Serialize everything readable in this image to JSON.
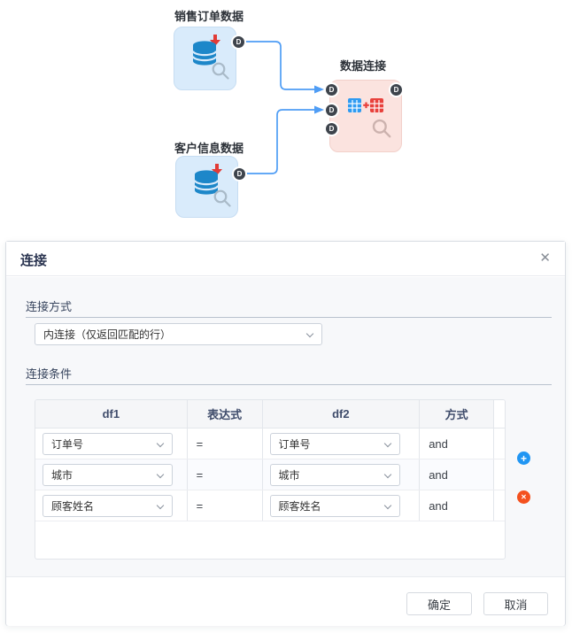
{
  "canvas": {
    "port_label": "D",
    "nodes": {
      "sales": {
        "label": "销售订单数据",
        "type": "datasource"
      },
      "customer": {
        "label": "客户信息数据",
        "type": "datasource"
      },
      "join": {
        "label": "数据连接",
        "type": "join"
      }
    }
  },
  "dialog": {
    "title": "连接",
    "close_icon": "✕",
    "join_method": {
      "label": "连接方式",
      "selected": "内连接（仅返回匹配的行）"
    },
    "join_conditions": {
      "label": "连接条件",
      "columns": [
        "df1",
        "表达式",
        "df2",
        "方式"
      ],
      "rows": [
        {
          "df1": "订单号",
          "expr": "=",
          "df2": "订单号",
          "mode": "and"
        },
        {
          "df1": "城市",
          "expr": "=",
          "df2": "城市",
          "mode": "and"
        },
        {
          "df1": "顾客姓名",
          "expr": "=",
          "df2": "顾客姓名",
          "mode": "and"
        }
      ],
      "add_label": "+",
      "remove_label": "✕"
    },
    "footer": {
      "ok": "确定",
      "cancel": "取消"
    }
  },
  "colors": {
    "edge": "#4f9df5",
    "node_blue_bg": "#d9ebfb",
    "node_pink_bg": "#fbe3df",
    "port_bg": "#3e444c",
    "add_button": "#2196f3",
    "remove_button": "#f4511e",
    "db_icon": "#1d87c9",
    "table_icon_blue": "#2e9bf2",
    "table_icon_red": "#e8413c"
  }
}
